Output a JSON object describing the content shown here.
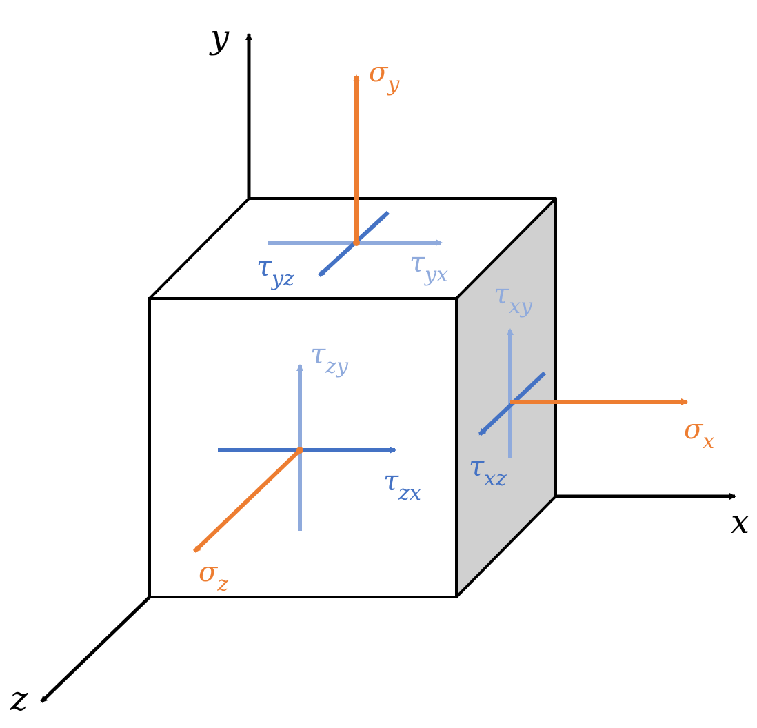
{
  "colors": {
    "stress_normal": "#ED7D31",
    "shear_dark": "#4472C4",
    "shear_light": "#8FAADC",
    "axis": "#000000",
    "face_side": "#D0D0D0"
  },
  "axes": {
    "x": "x",
    "y": "y",
    "z": "z"
  },
  "labels": {
    "sigma_x": {
      "base": "σ",
      "sub": "x"
    },
    "sigma_y": {
      "base": "σ",
      "sub": "y"
    },
    "sigma_z": {
      "base": "σ",
      "sub": "z"
    },
    "tau_xy": {
      "base": "τ",
      "sub": "xy"
    },
    "tau_xz": {
      "base": "τ",
      "sub": "xz"
    },
    "tau_yx": {
      "base": "τ",
      "sub": "yx"
    },
    "tau_yz": {
      "base": "τ",
      "sub": "yz"
    },
    "tau_zx": {
      "base": "τ",
      "sub": "zx"
    },
    "tau_zy": {
      "base": "τ",
      "sub": "zy"
    }
  }
}
